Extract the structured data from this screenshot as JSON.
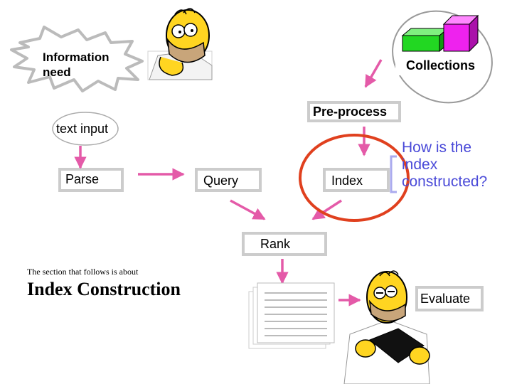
{
  "nodes": {
    "information_need": "Information need",
    "collections": "Collections",
    "pre_process": "Pre-process",
    "text_input": "text input",
    "parse": "Parse",
    "query": "Query",
    "index": "Index",
    "rank": "Rank",
    "evaluate": "Evaluate"
  },
  "question": "How is the index constructed?",
  "intro_text": "The section that follows is about",
  "heading": "Index Construction",
  "colors": {
    "arrow": "#e45aa8",
    "highlight_circle": "#e0401e",
    "question_text": "#4a4ad8",
    "cube_green": "#22d722",
    "cube_magenta": "#ee22ee"
  },
  "icons": [
    "homer-thinking-icon",
    "homer-reading-icon",
    "document-list-icon",
    "collections-cubes-icon",
    "burst-shape-icon"
  ]
}
